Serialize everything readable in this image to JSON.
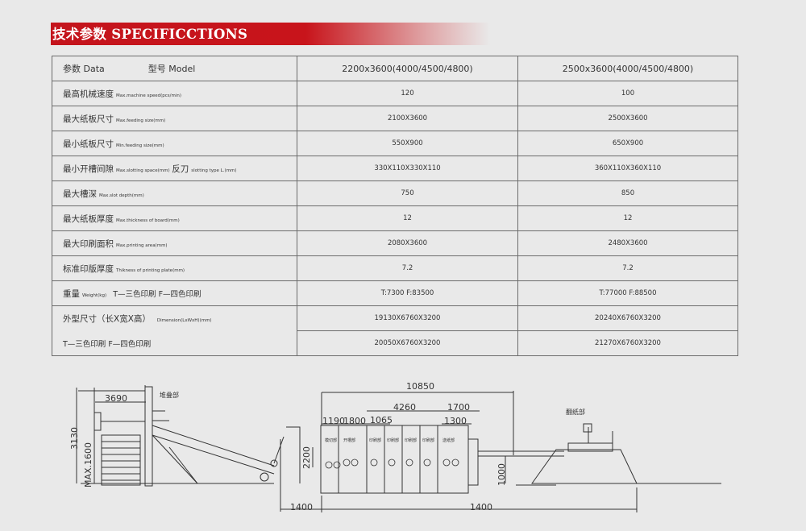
{
  "header": {
    "title_zh": "技术参数",
    "title_en": "SPECIFICCTIONS"
  },
  "table": {
    "header": {
      "param_label": "参数 Data",
      "model_label": "型号 Model",
      "col1": "2200x3600(4000/4500/4800)",
      "col2": "2500x3600(4000/4500/4800)"
    },
    "rows": [
      {
        "zh": "最高机械速度",
        "en": "Max.machine speed(pcs/min)",
        "v1": "120",
        "v2": "100"
      },
      {
        "zh": "最大纸板尺寸",
        "en": "Max.feeding size(mm)",
        "v1": "2100X3600",
        "v2": "2500X3600"
      },
      {
        "zh": "最小纸板尺寸",
        "en": "Min.feeding size(mm)",
        "v1": "550X900",
        "v2": "650X900"
      },
      {
        "zh": "最小开槽间隙",
        "en": "Max.slotting space(mm)",
        "zh2": "反刀",
        "en2": "slotting type L.(mm)",
        "v1": "330X110X330X110",
        "v2": "360X110X360X110"
      },
      {
        "zh": "最大槽深",
        "en": "Max.slot depth(mm)",
        "v1": "750",
        "v2": "850"
      },
      {
        "zh": "最大纸板厚度",
        "en": "Max.thickness of board(mm)",
        "v1": "12",
        "v2": "12"
      },
      {
        "zh": "最大印刷面积",
        "en": "Max.printing area(mm)",
        "v1": "2080X3600",
        "v2": "2480X3600"
      },
      {
        "zh": "标准印版厚度",
        "en": "Thikness of printing plate(mm)",
        "v1": "7.2",
        "v2": "7.2"
      }
    ],
    "weight": {
      "zh": "重量",
      "en": "Weight(kg)",
      "note": "T—三色印刷   F—四色印刷",
      "v1": "T:7300 F:83500",
      "v2": "T:77000 F:88500"
    },
    "dimension": {
      "zh": "外型尺寸（长X宽X高）",
      "en": "Dimension(LxWxH)(mm)",
      "note": "T—三色印刷  F—四色印刷",
      "t1": "19130X6760X3200",
      "t2": "20240X6760X3200",
      "f1": "20050X6760X3200",
      "f2": "21270X6760X3200"
    }
  },
  "drawing": {
    "dims": {
      "stacker_width": "3690",
      "total_length": "10850",
      "print_length": "4260",
      "d1700": "1700",
      "d1190": "1190",
      "d1800": "1800",
      "d1065": "1065",
      "d1300": "1300",
      "height_3130": "3130",
      "max_1600": "MAX.1600",
      "height_2200": "2200",
      "height_1000": "1000",
      "bottom_left": "1400",
      "bottom_right": "1400"
    },
    "labels": {
      "stacker": "堆叠部",
      "feeder": "翻纸部",
      "units": [
        "模切部",
        "开槽部",
        "印刷部",
        "印刷部",
        "印刷部",
        "印刷部",
        "送纸部"
      ]
    }
  }
}
